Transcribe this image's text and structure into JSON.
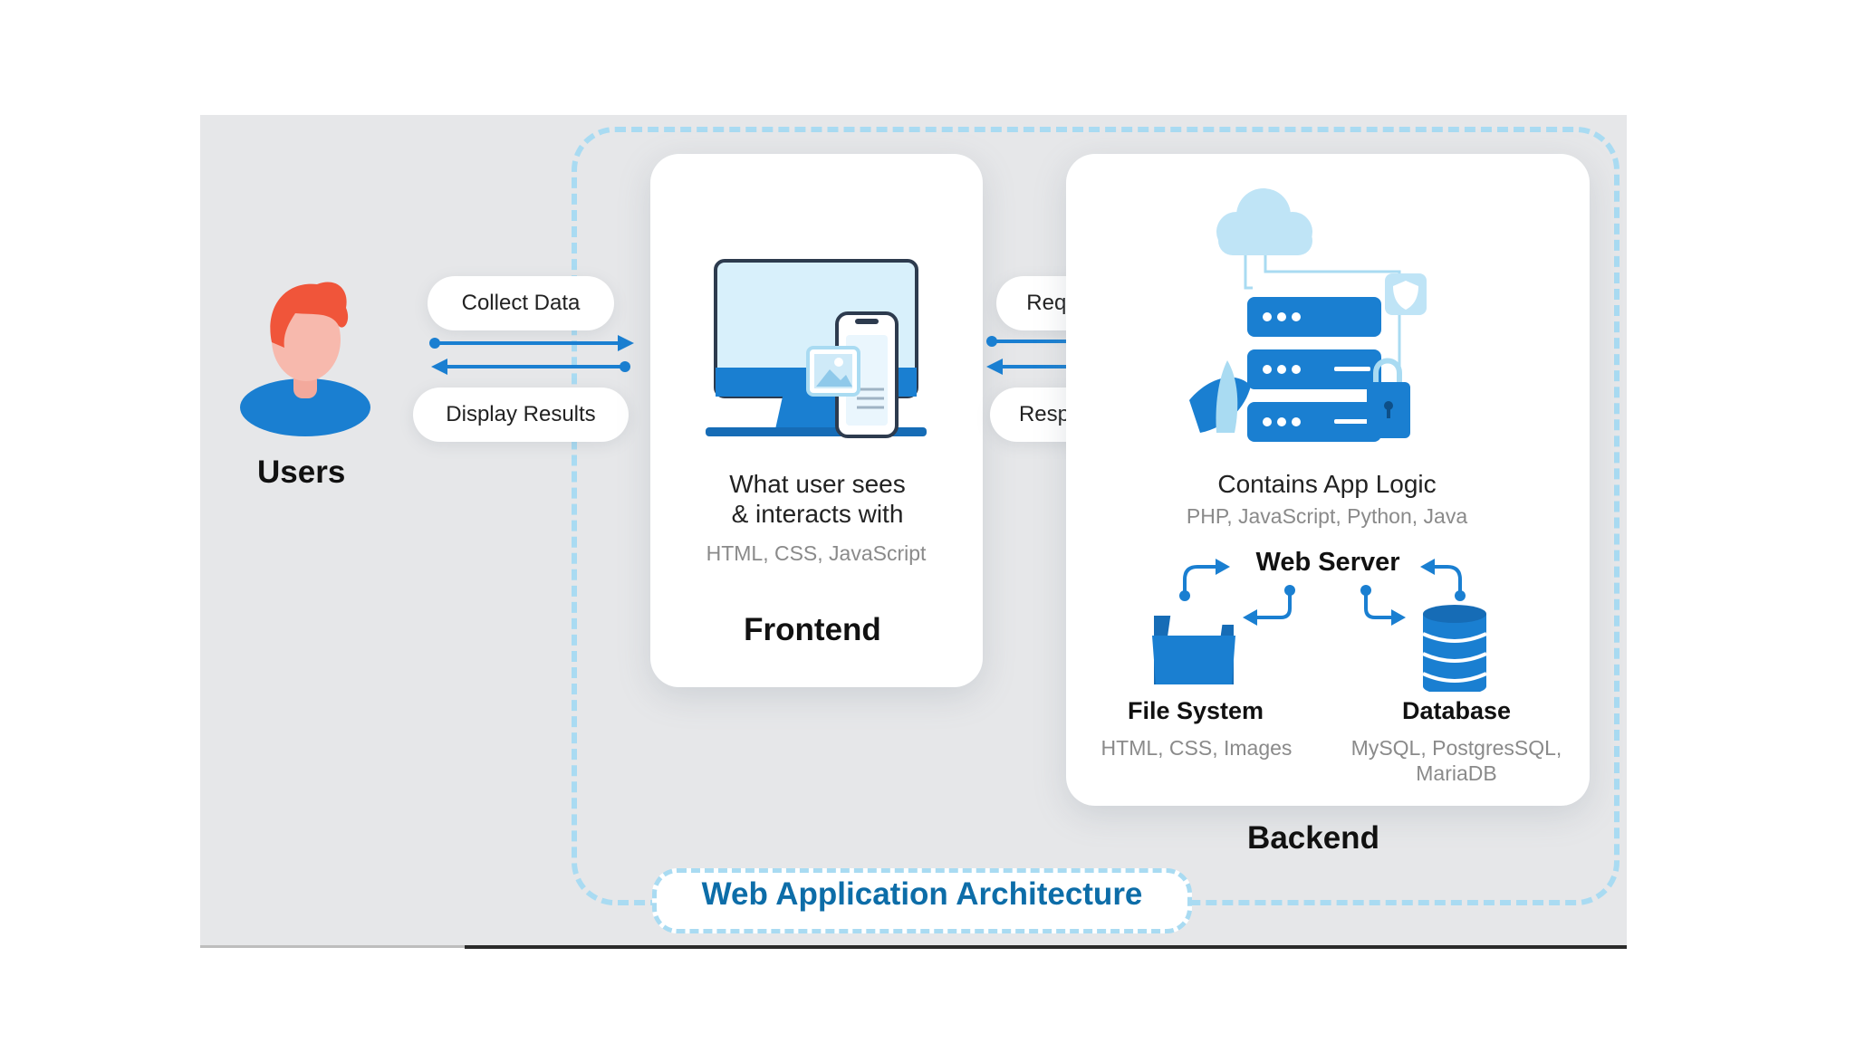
{
  "title": "Web Application Architecture",
  "users": {
    "label": "Users"
  },
  "user_frontend_links": {
    "collect": "Collect Data",
    "display": "Display Results"
  },
  "frontend": {
    "description_line1": "What user sees",
    "description_line2": "& interacts  with",
    "technologies": "HTML, CSS, JavaScript",
    "label": "Frontend"
  },
  "frontend_backend_links": {
    "request": "Request",
    "response": "Response"
  },
  "backend": {
    "description": "Contains App Logic",
    "technologies": "PHP, JavaScript, Python, Java",
    "web_server": "Web Server",
    "file_system": {
      "label": "File System",
      "technologies": "HTML, CSS, Images"
    },
    "database": {
      "label": "Database",
      "technologies_line1": "MySQL, PostgresSQL,",
      "technologies_line2": "MariaDB"
    },
    "label": "Backend"
  },
  "colors": {
    "accent_blue": "#1a7fd1",
    "light_blue": "#a9dbf2",
    "title_blue": "#0d6da8",
    "avatar_hair": "#f0553a",
    "avatar_skin": "#f7b9ad"
  },
  "icons": [
    "user-avatar-icon",
    "monitor-phone-icon",
    "cloud-server-icon",
    "lock-icon",
    "shield-icon",
    "folder-icon",
    "database-icon",
    "arrow-icon"
  ]
}
